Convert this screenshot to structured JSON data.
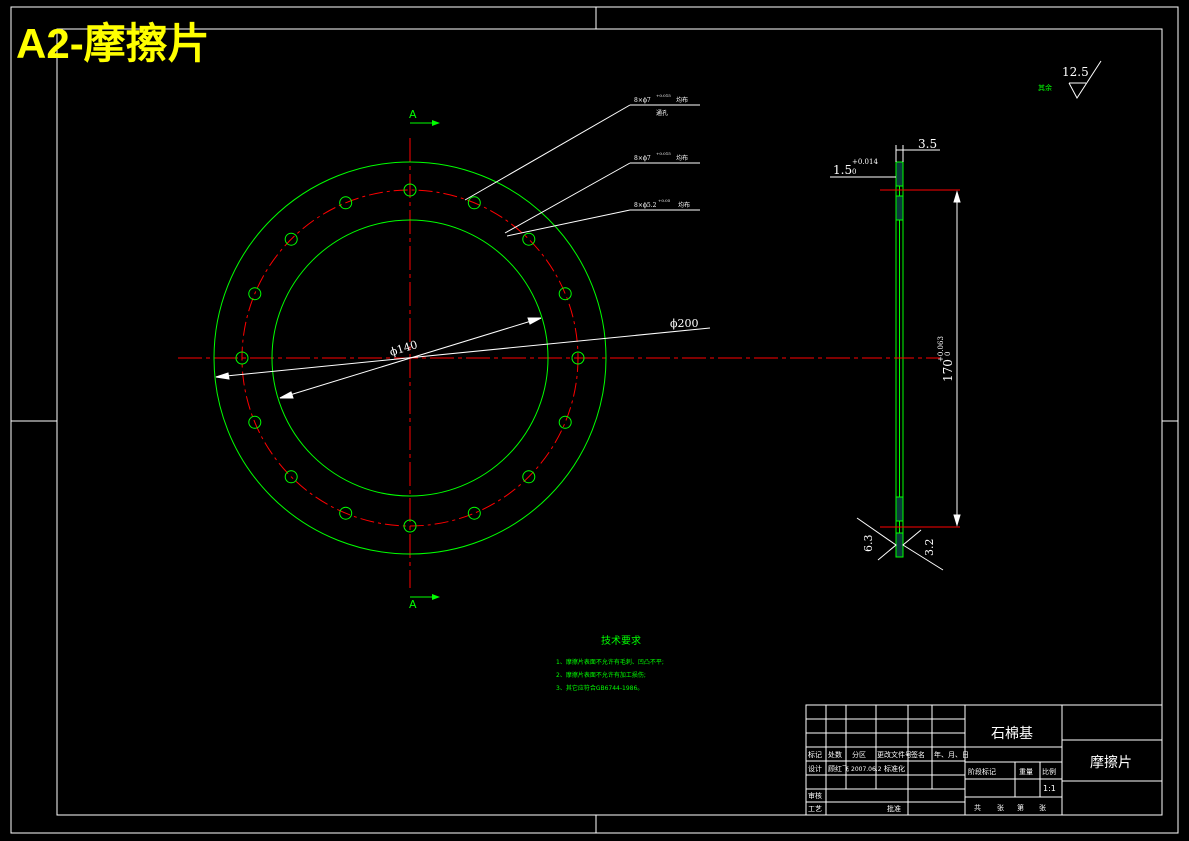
{
  "title": "A2-摩擦片",
  "colors": {
    "background": "#000000",
    "frame": "#ffffff",
    "outline": "#00ff00",
    "centerline": "#ff0000",
    "title": "#ffff00",
    "dimension": "#ffffff",
    "notes": "#00ff00"
  },
  "section_markers": {
    "top": "A",
    "bottom": "A"
  },
  "dimensions": {
    "outer_diameter": "ϕ200",
    "inner_diameter": "ϕ140",
    "thickness": "3.5",
    "step_depth": "1.5",
    "step_tol": "+0.014",
    "step_tol_low": "0",
    "center_distance": "170",
    "center_tol": "+0.063",
    "center_tol_low": "0",
    "roughness_top": "12.5",
    "roughness_top_note": "其余",
    "roughness_left": "6.3",
    "roughness_right": "3.2"
  },
  "callouts": [
    {
      "line1": "8×ϕ7",
      "sup": "+0.015",
      "tail": "均布",
      "line2": "通孔"
    },
    {
      "line1": "8×ϕ7",
      "sup": "+0.015",
      "tail": "均布",
      "line2": ""
    },
    {
      "line1": "8×ϕ5.2",
      "sup": "+0.05",
      "tail": "均布",
      "line2": ""
    }
  ],
  "notes": {
    "heading": "技术要求",
    "items": [
      "1、摩擦片表面不允许有毛刺、凹凸不平;",
      "2、摩擦片表面不允许有加工损伤;",
      "3、其它应符合GB6744-1986。"
    ]
  },
  "title_block": {
    "material": "石棉基",
    "part_name": "摩擦片",
    "scale": "1:1",
    "header_cells": [
      "标记",
      "处数",
      "分区",
      "更改文件号",
      "签名",
      "年、月、日"
    ],
    "design_row": [
      "设计",
      "顾红飞",
      "2007.06.2",
      "标准化"
    ],
    "stage_cells": [
      "阶段标记",
      "重量",
      "比例"
    ],
    "review": "审核",
    "process": "工艺",
    "approve": "批准",
    "sheet_cells": [
      "共",
      "张",
      "第",
      "张"
    ]
  }
}
